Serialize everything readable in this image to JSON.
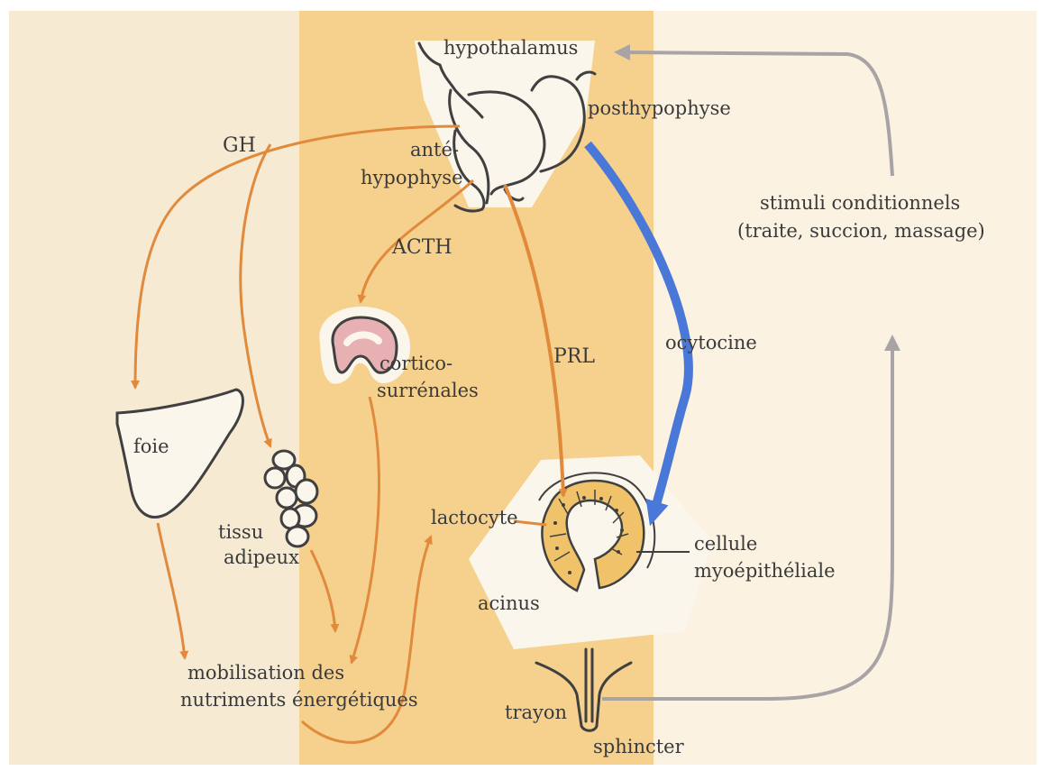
{
  "colors": {
    "background": "#f7ead3",
    "center_band": "#f6d18e",
    "right_band": "#fbf2e2",
    "hormone_arrow": "#e18a3c",
    "ocytocine_arrow": "#4a78d8",
    "feedback_arrow": "#a8a4a6",
    "adrenal_fill": "#e7b1b4",
    "lactocyte_fill": "#f0c36a",
    "outline": "#404040"
  },
  "labels": {
    "hypothalamus": "hypothalamus",
    "posthypophyse": "posthypophyse",
    "ante": "anté-",
    "hypophyse": "hypophyse",
    "gh": "GH",
    "acth": "ACTH",
    "prl": "PRL",
    "ocytocine": "ocytocine",
    "stimuli_1": "stimuli conditionnels",
    "stimuli_2": "(traite, succion, massage)",
    "cortico_1": "cortico-",
    "cortico_2": "surrénales",
    "foie": "foie",
    "tissu_1": "tissu",
    "tissu_2": "adipeux",
    "lactocyte": "lactocyte",
    "cellule_1": "cellule",
    "cellule_2": "myoépithéliale",
    "acinus": "acinus",
    "mobilisation_1": "mobilisation des",
    "mobilisation_2": "nutriments énergétiques",
    "trayon": "trayon",
    "sphincter": "sphincter"
  }
}
